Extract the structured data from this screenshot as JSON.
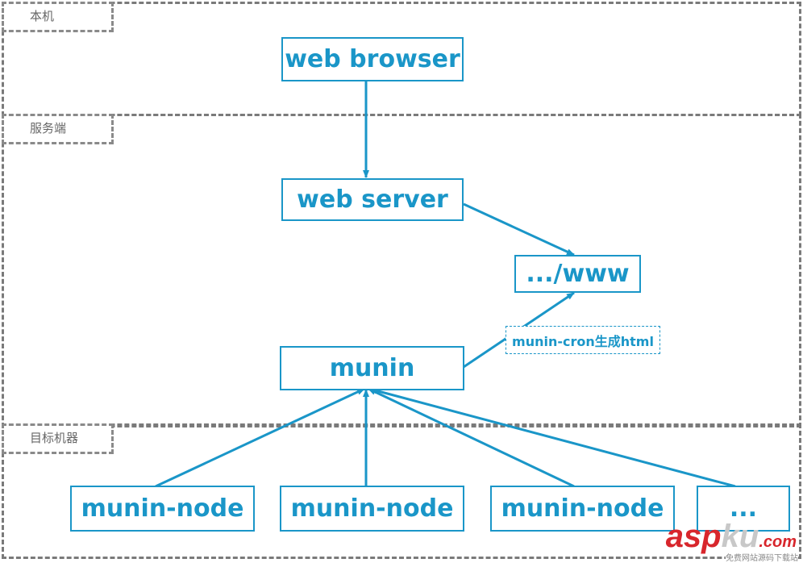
{
  "zones": {
    "local": "本机",
    "server": "服务端",
    "target": "目标机器"
  },
  "nodes": {
    "web_browser": "web browser",
    "web_server": "web server",
    "www": ".../www",
    "munin": "munin",
    "munin_node_1": "munin-node",
    "munin_node_2": "munin-node",
    "munin_node_3": "munin-node",
    "more": "..."
  },
  "annotations": {
    "cron": "munin-cron生成html"
  },
  "watermark": {
    "brand_asp": "asp",
    "brand_ku": "ku",
    "brand_com": ".com",
    "tagline": "免费网站源码下载站"
  },
  "colors": {
    "accent": "#1a96c8",
    "zone_border": "#7a7a7a",
    "brand_red": "#d8262c"
  }
}
